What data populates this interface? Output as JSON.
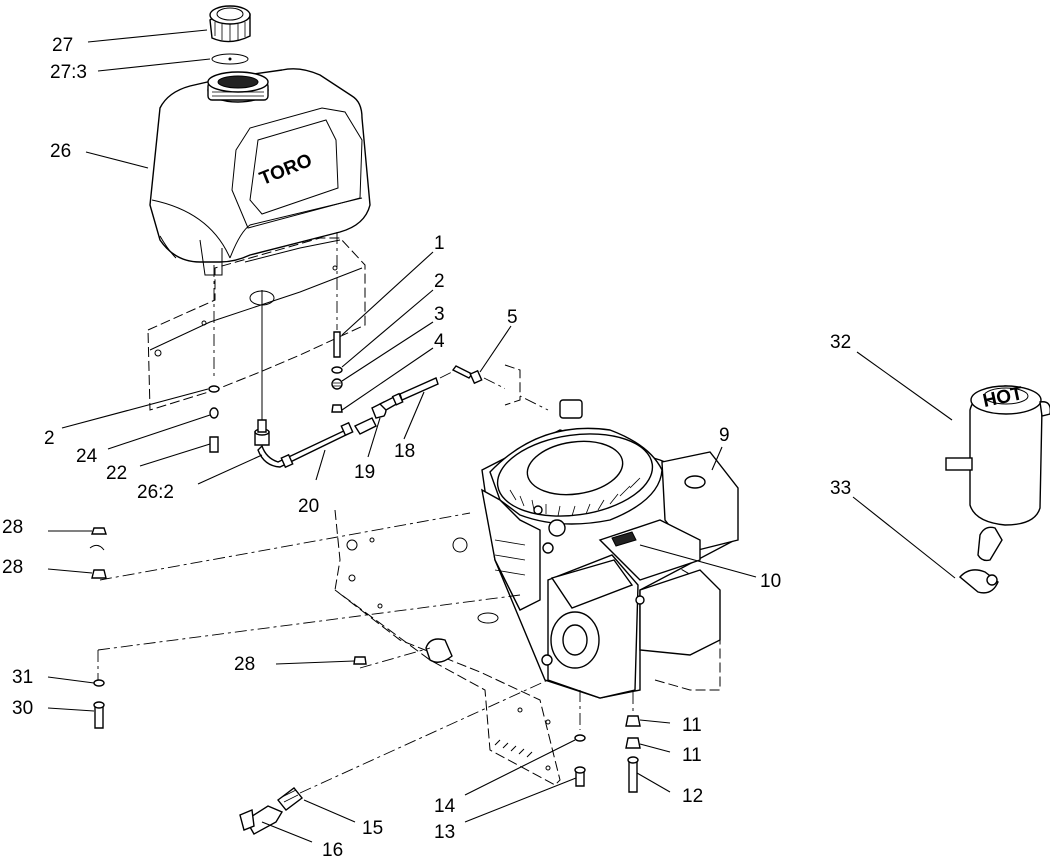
{
  "callouts": {
    "c27": "27",
    "c27_3": "27:3",
    "c26": "26",
    "c1": "1",
    "c2a": "2",
    "c3": "3",
    "c4": "4",
    "c5": "5",
    "c2b": "2",
    "c24": "24",
    "c22": "22",
    "c26_2": "26:2",
    "c20": "20",
    "c19": "19",
    "c18": "18",
    "c9": "9",
    "c10": "10",
    "c32": "32",
    "c33": "33",
    "c28a": "28",
    "c28b": "28",
    "c28c": "28",
    "c31": "31",
    "c30": "30",
    "c11a": "11",
    "c11b": "11",
    "c12": "12",
    "c14": "14",
    "c13": "13",
    "c15": "15",
    "c16": "16"
  },
  "tank_brand": "TORO",
  "muffler_guard_label": "HOT"
}
